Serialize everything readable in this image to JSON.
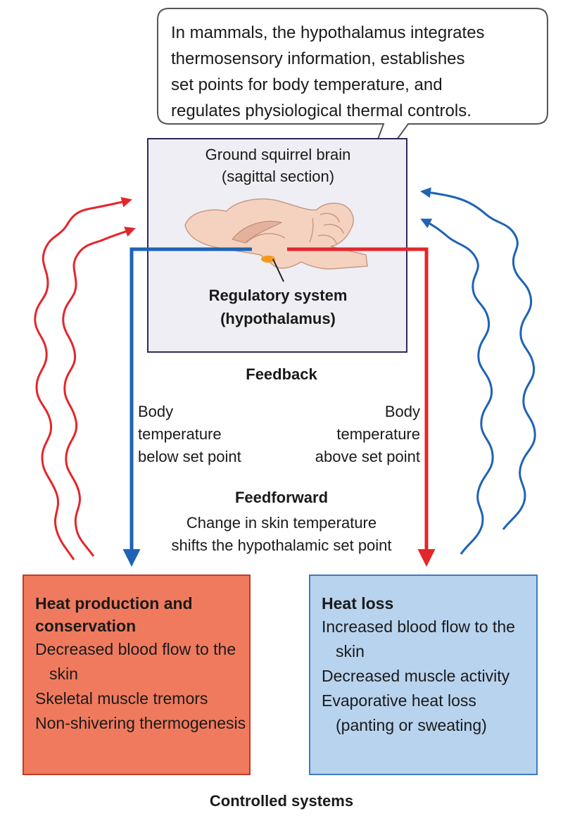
{
  "callout": {
    "lines": [
      "In mammals, the hypothalamus integrates",
      "thermosensory information, establishes",
      "set points for body temperature, and",
      "regulates physiological thermal controls."
    ]
  },
  "brain": {
    "title_line1": "Ground squirrel brain",
    "title_line2": "(sagittal section)",
    "regulatory_line1": "Regulatory system",
    "regulatory_line2": "(hypothalamus)"
  },
  "feedback": {
    "heading": "Feedback",
    "left_lines": [
      "Body",
      "temperature",
      "below set point"
    ],
    "right_lines": [
      "Body",
      "temperature",
      "above set point"
    ]
  },
  "feedforward": {
    "heading": "Feedforward",
    "line1": "Change in skin temperature",
    "line2": "shifts the hypothalamic set point"
  },
  "heat_production": {
    "title_line1": "Heat production and",
    "title_line2": "conservation",
    "items": [
      "Decreased blood flow to the skin",
      "Skeletal muscle tremors",
      "Non-shivering thermogenesis"
    ]
  },
  "heat_loss": {
    "title": "Heat loss",
    "items": [
      "Increased blood flow to the skin",
      "Decreased muscle activity",
      "Evaporative heat loss (panting or sweating)"
    ]
  },
  "footer": {
    "label": "Controlled systems"
  },
  "colors": {
    "red": "#e3262b",
    "blue": "#1e63b5",
    "heat_production_fill": "#f07a5e",
    "heat_loss_fill": "#b8d3ee",
    "brain_fill": "#f5d2bf",
    "hypothalamus": "#f39a1c",
    "brain_box_fill": "#eeeef4"
  }
}
